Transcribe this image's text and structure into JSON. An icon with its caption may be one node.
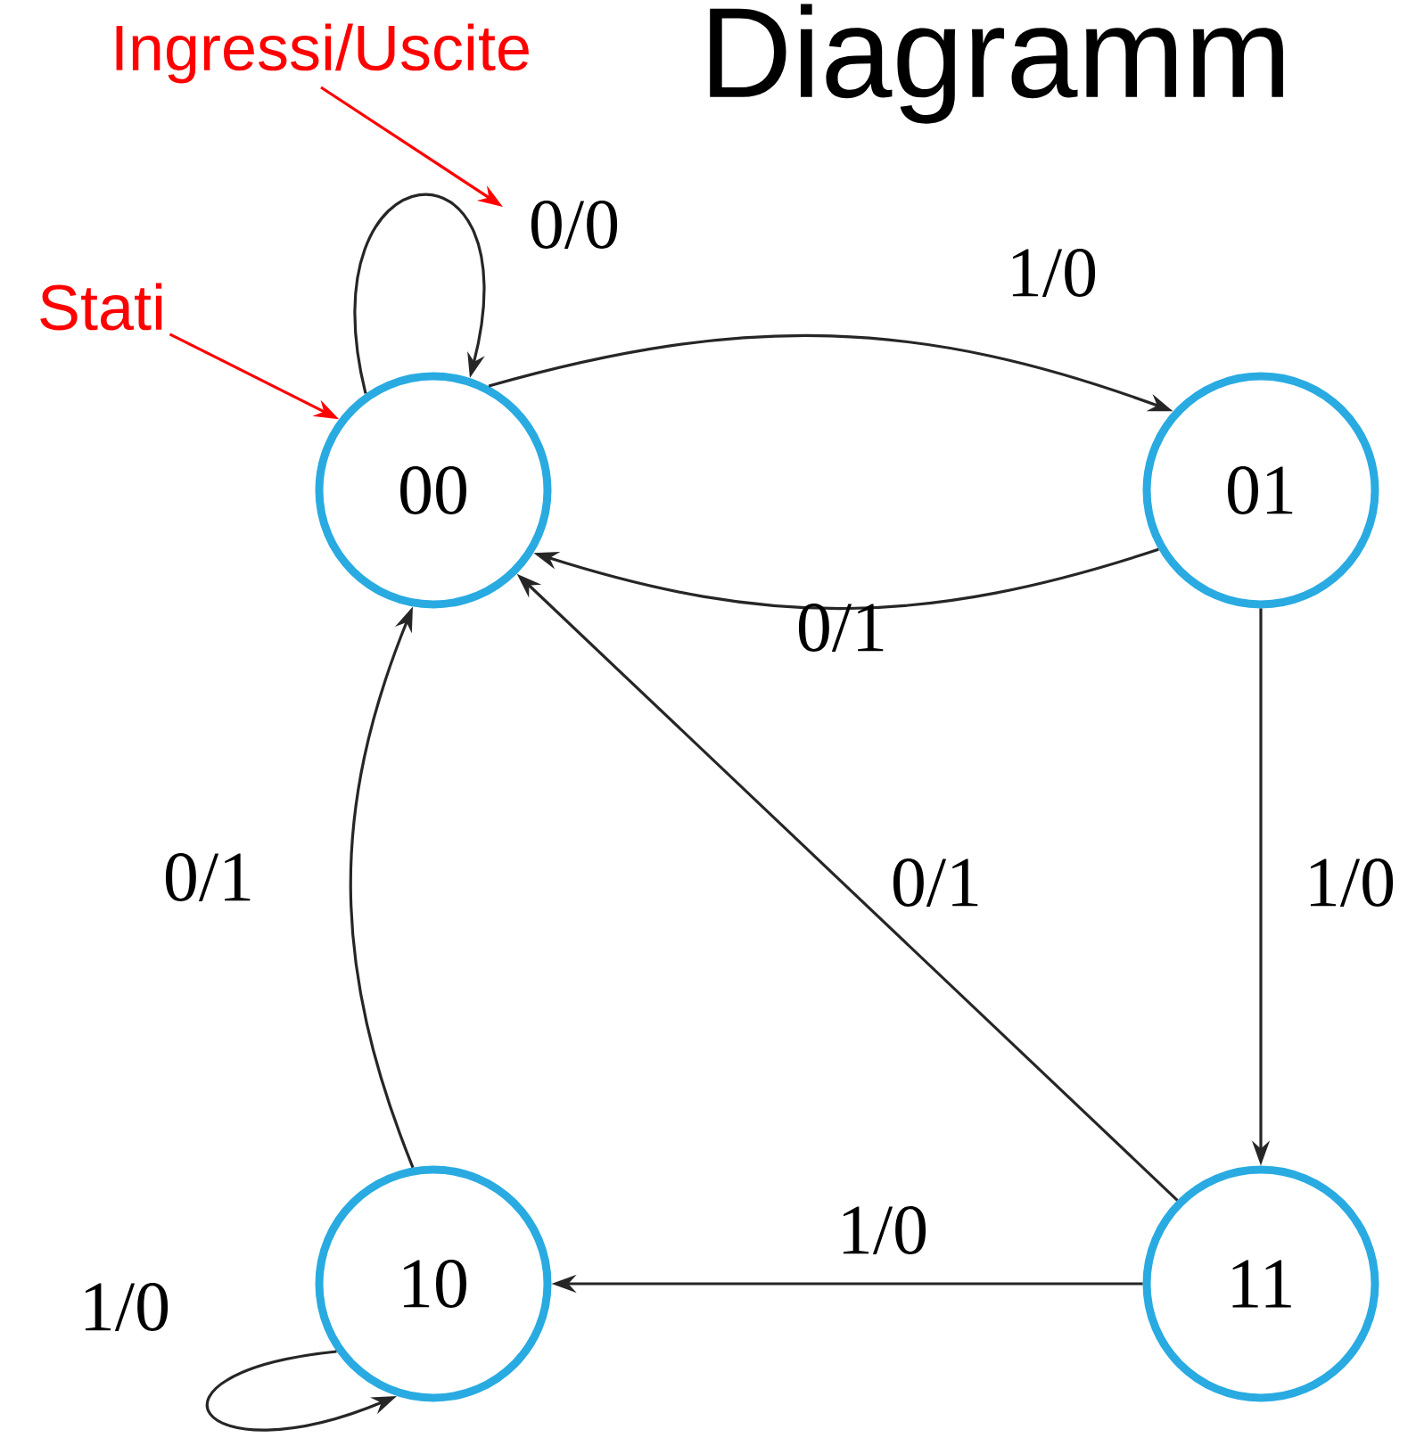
{
  "diagram": {
    "title": "Diagramm",
    "nodes": [
      {
        "text": [
          "00"
        ]
      },
      {
        "text": [
          "01"
        ]
      },
      {
        "text": [
          "10"
        ]
      },
      {
        "text": [
          "11"
        ]
      },
      {
        "text": [
          "Ingressi/Uscite"
        ]
      },
      {
        "text": [
          "Stati"
        ]
      }
    ],
    "edges": [
      {
        "from": 0,
        "to": 0,
        "arrow": "to",
        "label": "0/0"
      },
      {
        "from": 0,
        "to": 1,
        "arrow": "to",
        "label": "1/0"
      },
      {
        "from": 1,
        "to": 0,
        "arrow": "to",
        "label": "0/1"
      },
      {
        "from": 1,
        "to": 3,
        "arrow": "to",
        "label": "1/0"
      },
      {
        "from": 3,
        "to": 0,
        "arrow": "to",
        "label": "0/1"
      },
      {
        "from": 3,
        "to": 2,
        "arrow": "to",
        "label": "1/0"
      },
      {
        "from": 2,
        "to": 0,
        "arrow": "to",
        "label": "0/1"
      },
      {
        "from": 2,
        "to": 2,
        "arrow": "to",
        "label": "1/0"
      },
      {
        "from": 4,
        "to": null,
        "arrow": "to",
        "color": "#ff0000"
      },
      {
        "from": 5,
        "to": 0,
        "arrow": "to",
        "color": "#ff0000"
      }
    ]
  }
}
